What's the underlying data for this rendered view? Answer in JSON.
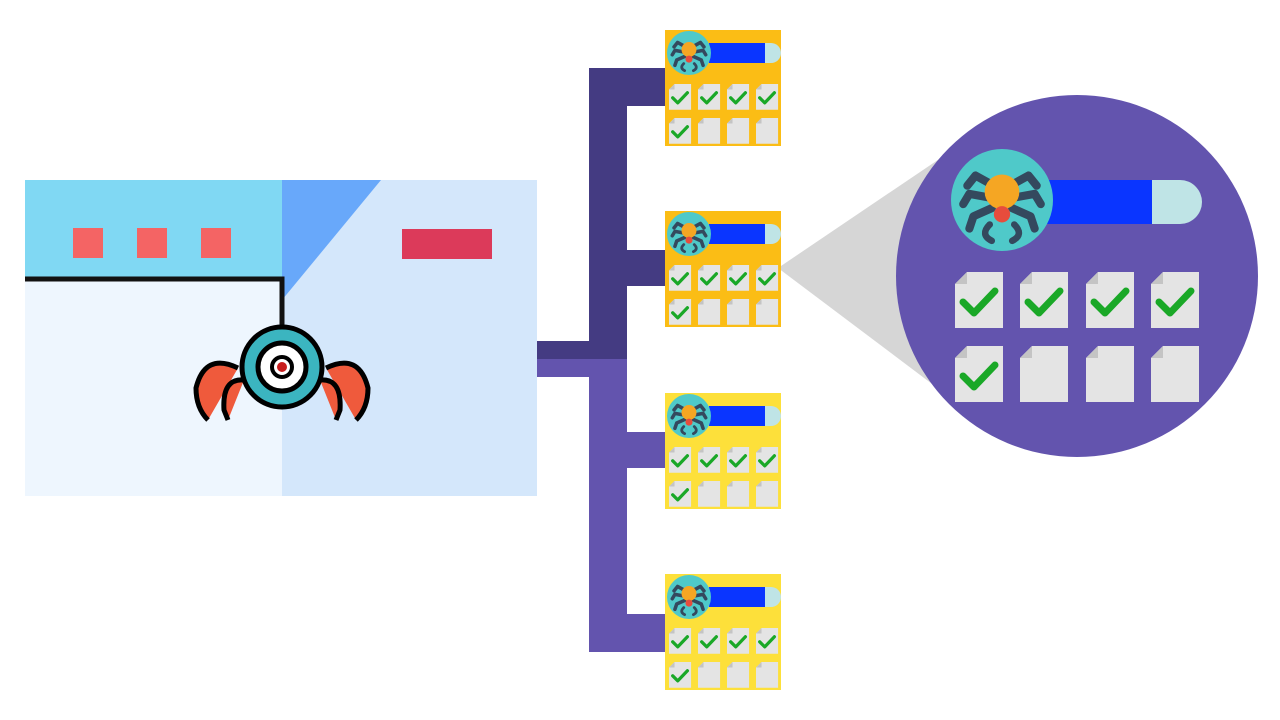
{
  "colors": {
    "background": "#ffffff",
    "browser_header": "#80d8f3",
    "browser_body": "#eef6fe",
    "browser_right": "#d4e7fb",
    "browser_fold": "#68a8fa",
    "tab_dot": "#f46464",
    "tab_bar": "#dc3a5a",
    "thread": "#111111",
    "spider_ring": "#3bb5c0",
    "spider_eye": "#c81e1e",
    "spider_claw": "#ef5a3c",
    "branch_dark": "#443b82",
    "branch_light": "#6354ae",
    "card_orange": "#fbbd15",
    "card_yellow": "#fde03a",
    "badge": "#4fc9c9",
    "bug_body": "#f5a623",
    "bug_legs": "#34495e",
    "search_bar": "#0a35ff",
    "search_end": "#bfe4e6",
    "doc": "#e4e4e4",
    "doc_fold": "#c4c4c4",
    "check": "#1aa827",
    "zoom_cone": "#d6d6d6",
    "zoom_circle": "#6354ae"
  },
  "browser": {
    "tab_dots": 3,
    "tab_bar": true
  },
  "result_pages": [
    {
      "id": 1,
      "style": "orange",
      "checked_docs": 5,
      "total_docs": 8
    },
    {
      "id": 2,
      "style": "orange",
      "checked_docs": 5,
      "total_docs": 8
    },
    {
      "id": 3,
      "style": "yellow",
      "checked_docs": 5,
      "total_docs": 8
    },
    {
      "id": 4,
      "style": "yellow",
      "checked_docs": 5,
      "total_docs": 8
    }
  ],
  "zoom_detail": {
    "source_page": 2,
    "checked_docs": 5,
    "total_docs": 8
  },
  "icons": [
    "browser-window",
    "crawler-spider-icon",
    "bug-icon",
    "search-bar",
    "document-icon",
    "check-icon"
  ]
}
